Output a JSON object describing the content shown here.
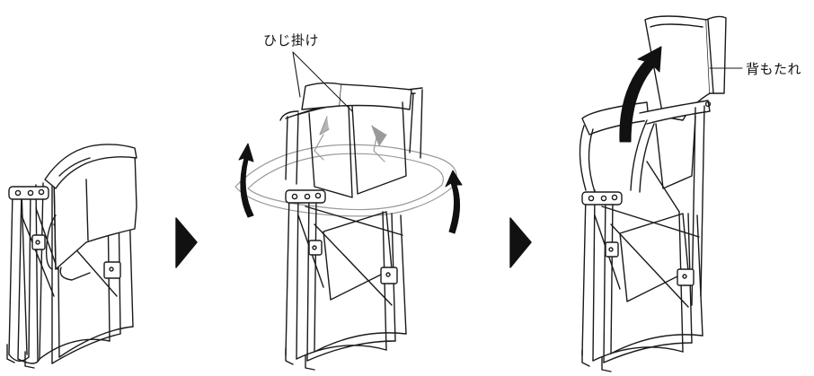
{
  "labels": {
    "armrest": "ひじ掛け",
    "backrest": "背もたれ"
  },
  "icons": {
    "step_arrow": "right-triangle-arrow",
    "rotate_arrow": "curved-rotation-arrow"
  },
  "colors": {
    "line": "#1a1a1a",
    "fill": "#ffffff",
    "ghost": "#9a9a9a",
    "arrow": "#111111"
  }
}
